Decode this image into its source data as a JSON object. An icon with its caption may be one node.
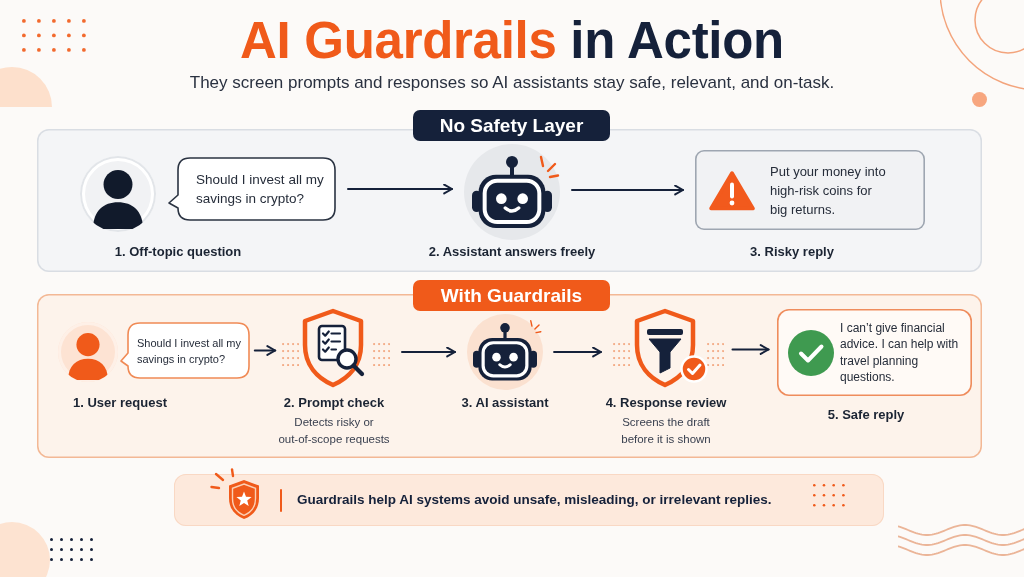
{
  "diagram": {
    "title": "AI Guardrails in Action",
    "nodes": [
      {
        "text": [
          "No Safety Layer"
        ]
      },
      {
        "text": [],
        "shape": "person",
        "in": 0,
        "beside": [
          "1. Off-topic question"
        ]
      },
      {
        "text": [
          "Should I invest all my savings in crypto?"
        ],
        "in": 0
      },
      {
        "text": [],
        "shape": "circle",
        "in": 0,
        "beside": [
          "2. Assistant answers freely"
        ]
      },
      {
        "text": [
          "Put your money into high-risk coins for big returns."
        ],
        "in": 0,
        "beside": [
          "3. Risky reply"
        ]
      },
      {
        "text": [
          "With Guardrails"
        ]
      },
      {
        "text": [],
        "shape": "person",
        "in": 5,
        "beside": [
          "1. User request"
        ]
      },
      {
        "text": [
          "Should I invest all my savings in crypto?"
        ],
        "in": 5
      },
      {
        "text": [],
        "shape": "picture",
        "in": 5,
        "beside": [
          "2. Prompt check",
          "Detects risky or out-of-scope requests"
        ]
      },
      {
        "text": [],
        "shape": "circle",
        "in": 5,
        "beside": [
          "3. AI assistant"
        ]
      },
      {
        "text": [],
        "shape": "picture",
        "in": 5,
        "beside": [
          "4. Response review",
          "Screens the draft before it is shown"
        ]
      },
      {
        "text": [
          "I can’t give financial advice. I can help with travel planning questions."
        ],
        "in": 5,
        "beside": [
          "5. Safe reply"
        ]
      },
      {
        "text": [
          "Guardrails help AI systems avoid unsafe, misleading, or irrelevant replies."
        ]
      }
    ],
    "edges": [
      {
        "from": 2,
        "to": 3,
        "arrow": "to"
      },
      {
        "from": 3,
        "to": 4,
        "arrow": "to"
      },
      {
        "from": 7,
        "to": 8,
        "arrow": "to"
      },
      {
        "from": 8,
        "to": 9,
        "arrow": "to"
      },
      {
        "from": 9,
        "to": 10,
        "arrow": "to"
      },
      {
        "from": 10,
        "to": 11,
        "arrow": "to"
      }
    ],
    "labels": [
      "They screen prompts and responses so AI assistants stay safe, relevant, and on-task."
    ]
  }
}
